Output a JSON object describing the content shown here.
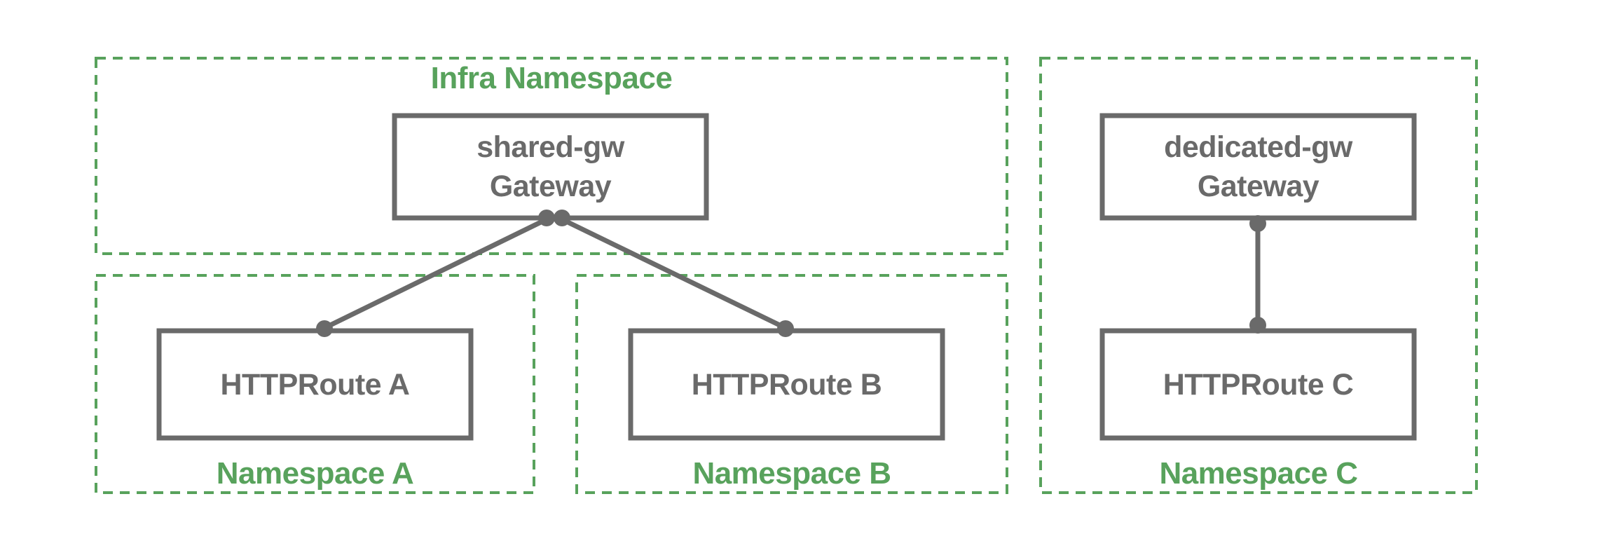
{
  "diagram": {
    "title_context": "Gateway and HTTPRoute namespaces diagram",
    "colors": {
      "namespace_green": "#58a25c",
      "node_gray": "#6a6a6a",
      "background": "#ffffff"
    },
    "infra_namespace": {
      "label": "Infra Namespace"
    },
    "namespace_a": {
      "label": "Namespace A"
    },
    "namespace_b": {
      "label": "Namespace B"
    },
    "namespace_c": {
      "label": "Namespace C"
    },
    "shared_gateway": {
      "line1": "shared-gw",
      "line2": "Gateway"
    },
    "dedicated_gateway": {
      "line1": "dedicated-gw",
      "line2": "Gateway"
    },
    "route_a": {
      "label": "HTTPRoute A"
    },
    "route_b": {
      "label": "HTTPRoute B"
    },
    "route_c": {
      "label": "HTTPRoute C"
    }
  }
}
